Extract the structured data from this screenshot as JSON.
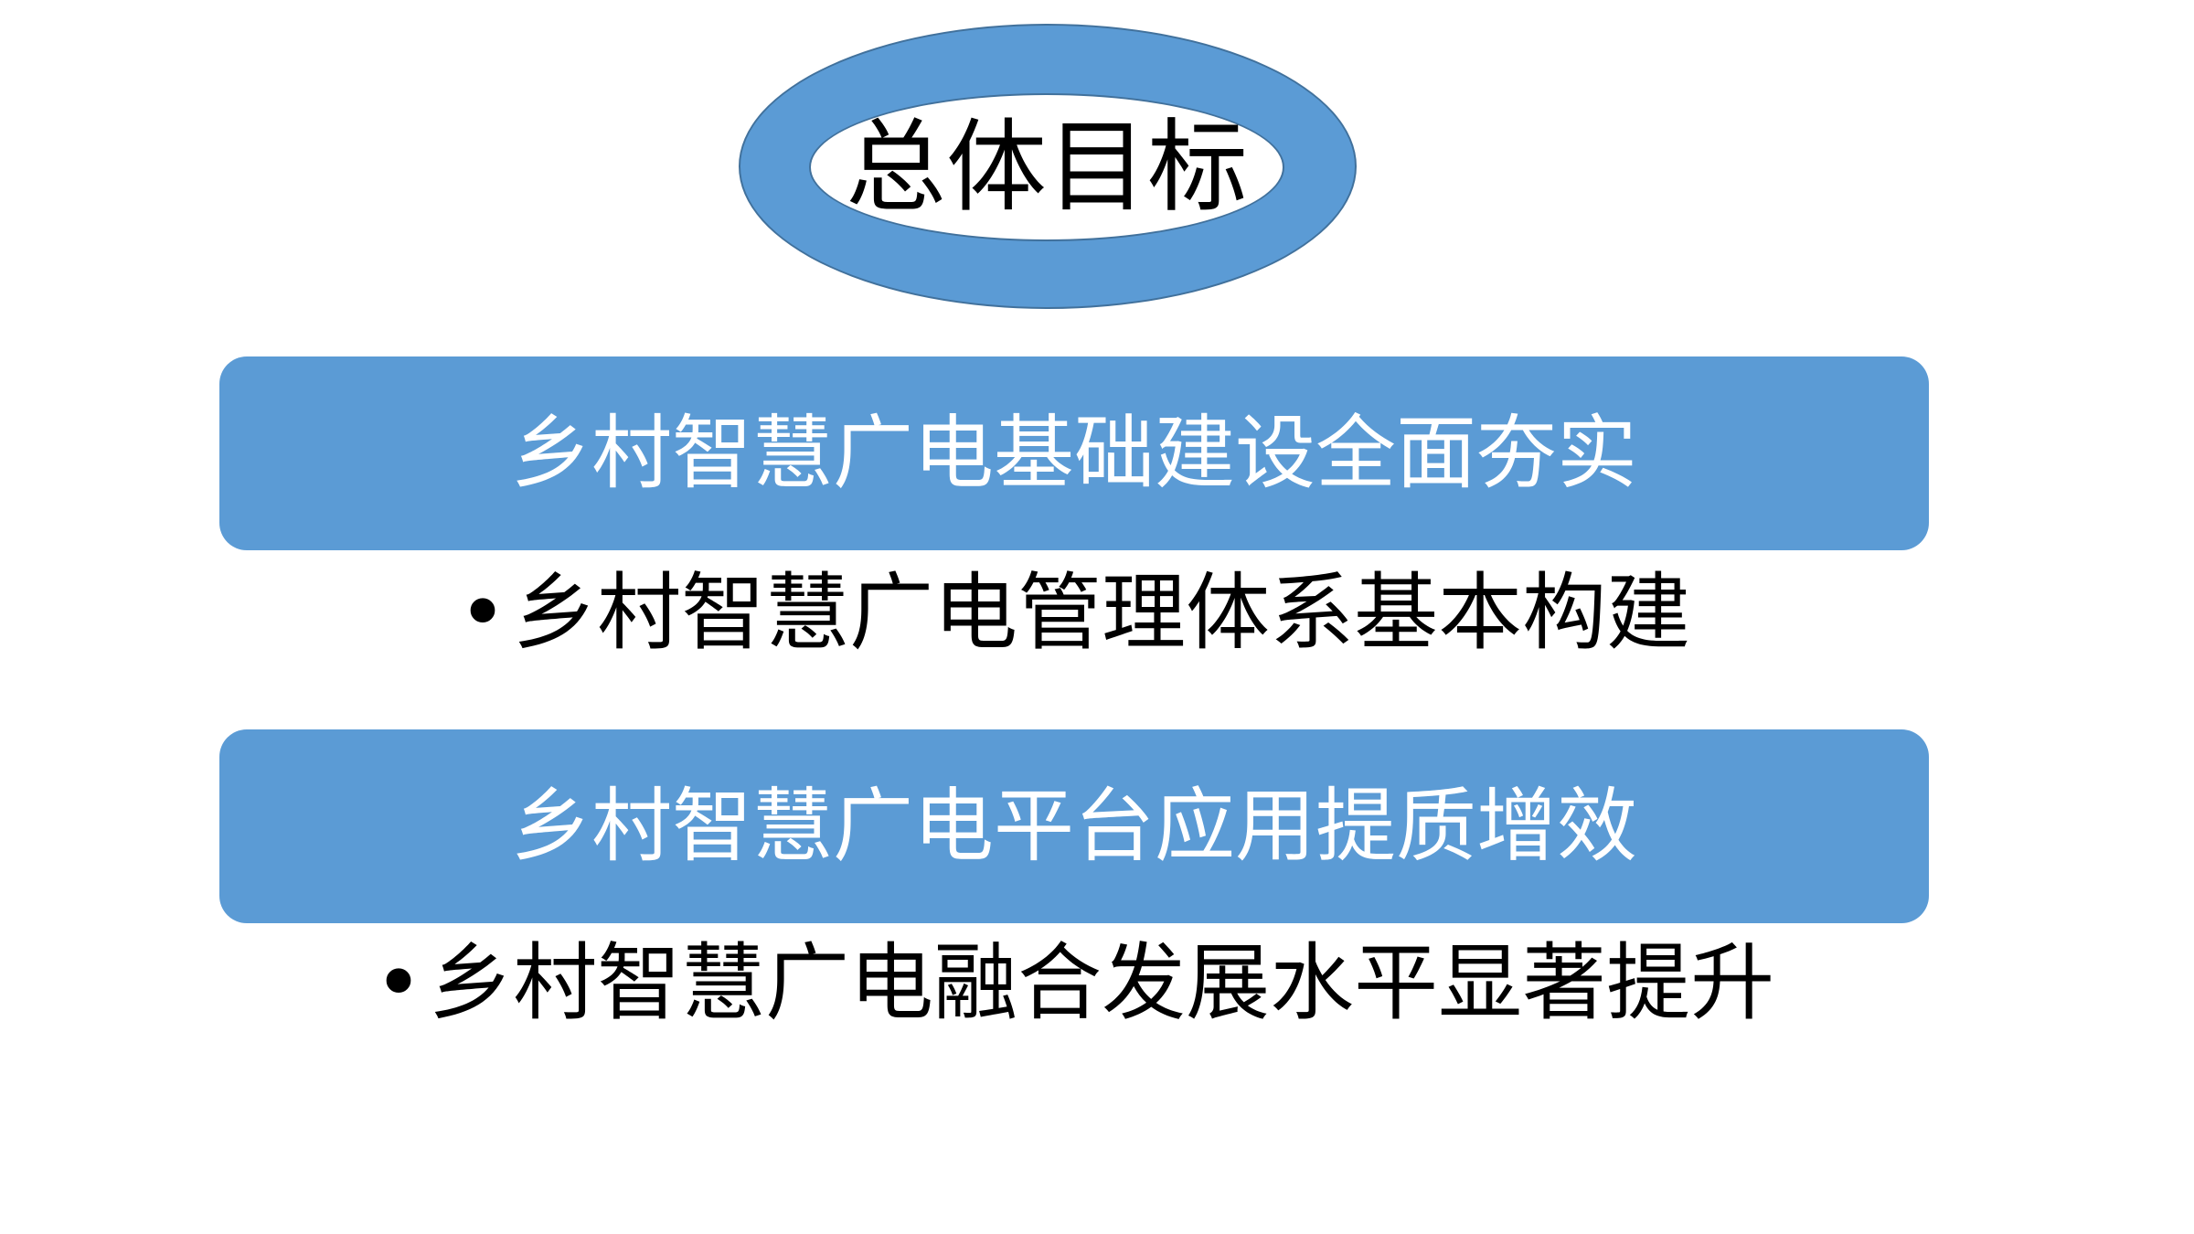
{
  "title": "总体目标",
  "goals": [
    {
      "heading": "乡村智慧广电基础建设全面夯实",
      "bullet": "乡村智慧广电管理体系基本构建"
    },
    {
      "heading": "乡村智慧广电平台应用提质增效",
      "bullet": "乡村智慧广电融合发展水平显著提升"
    }
  ],
  "bullet_symbol": "•",
  "colors": {
    "accent": "#5b9bd5",
    "accent_border": "#41719c",
    "background": "#ffffff"
  }
}
